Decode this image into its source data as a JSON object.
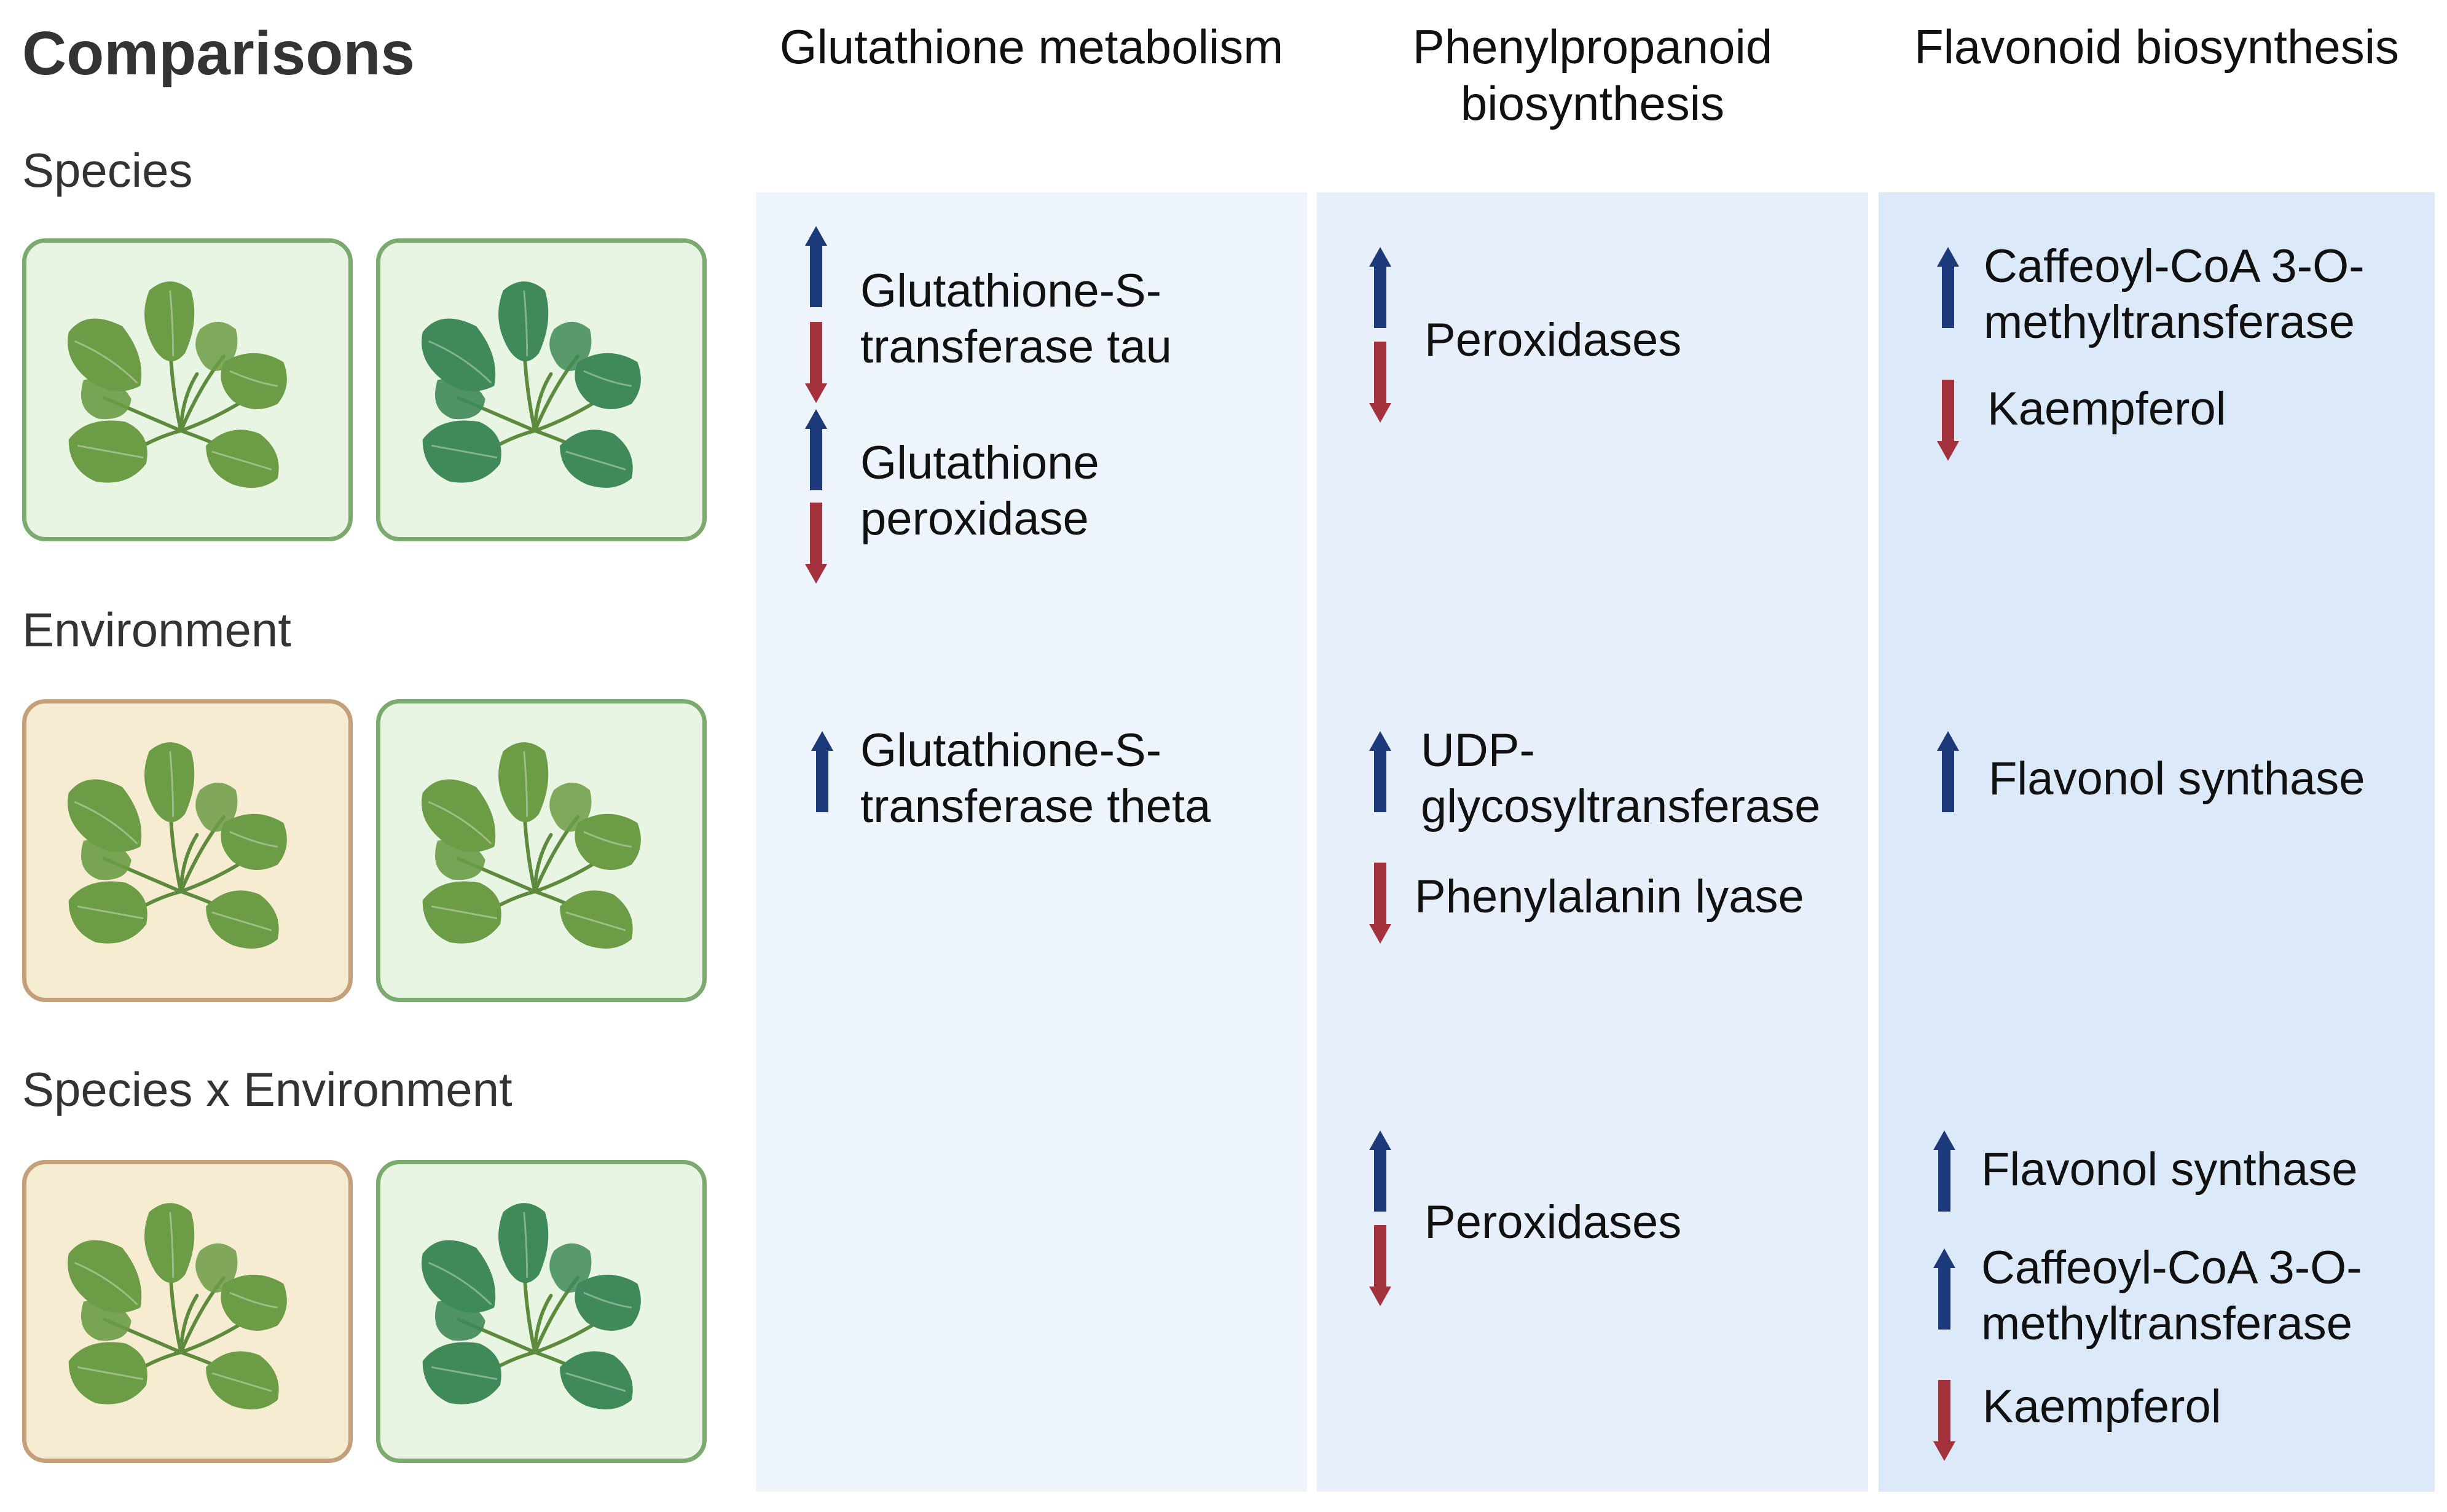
{
  "title": "Comparisons",
  "row_labels": {
    "species": "Species",
    "environment": "Environment",
    "interaction": "Species x Environment"
  },
  "columns": {
    "glutathione": "Glutathione metabolism",
    "phenylpropanoid_line1": "Phenylpropanoid",
    "phenylpropanoid_line2": "biosynthesis",
    "flavonoid": "Flavonoid  biosynthesis"
  },
  "genes": {
    "gst_tau_1": "Glutathione-S-",
    "gst_tau_2": "transferase tau",
    "gpx_1": "Glutathione",
    "gpx_2": "peroxidase",
    "peroxidases_species": "Peroxidases",
    "ccoaomt_species_1": "Caffeoyl-CoA 3-O-",
    "ccoaomt_species_2": "methyltransferase",
    "kaempferol_species": "Kaempferol",
    "gst_theta_1": "Glutathione-S-",
    "gst_theta_2": "transferase theta",
    "ugt_1": "UDP-",
    "ugt_2": "glycosyltransferase",
    "pal": "Phenylalanin lyase",
    "fls_env": "Flavonol synthase",
    "peroxidases_int": "Peroxidases",
    "fls_int": "Flavonol synthase",
    "ccoaomt_int_1": "Caffeoyl-CoA 3-O-",
    "ccoaomt_int_2": "methyltransferase",
    "kaempferol_int": "Kaempferol"
  },
  "colors": {
    "up_arrow": "#1c3a7a",
    "down_arrow": "#a3323d",
    "panel_1": "#eef4fb",
    "panel_2": "#e7f0fa",
    "panel_3": "#dbe9f8",
    "box_green_fill": "#e9f5e3",
    "box_green_border": "#7aaa6e",
    "box_tan_fill": "#f6ecd1",
    "box_tan_border": "#c3a07a",
    "leaf_light": "#6c9c45",
    "leaf_dark": "#3f8a58"
  }
}
